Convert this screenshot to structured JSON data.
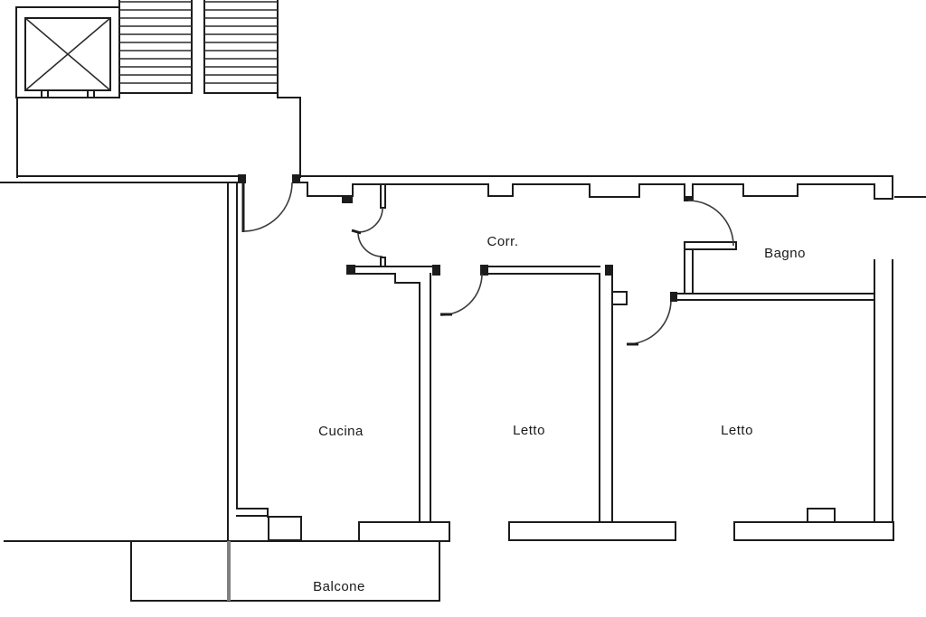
{
  "title": "Apartment floor plan",
  "labels": {
    "corridor": "Corr.",
    "bathroom": "Bagno",
    "kitchen": "Cucina",
    "bedroom_left": "Letto",
    "bedroom_right": "Letto",
    "balcony": "Balcone"
  },
  "features": {
    "elevator": "elevator shaft with X cross",
    "stairs": "two stair flights, top left",
    "doors": [
      "entrance swing door",
      "double-acting corridor door",
      "bedroom-left door",
      "bedroom-right door",
      "bathroom door"
    ],
    "windows": [
      "kitchen small window",
      "kitchen window",
      "bedroom-left window",
      "bedroom-right window",
      "bathroom side window gap"
    ]
  },
  "colors": {
    "background": "#ffffff",
    "wall_line": "#1c1c1c",
    "balcony_divider": "#808080",
    "label_text": "#1a1a1a"
  }
}
